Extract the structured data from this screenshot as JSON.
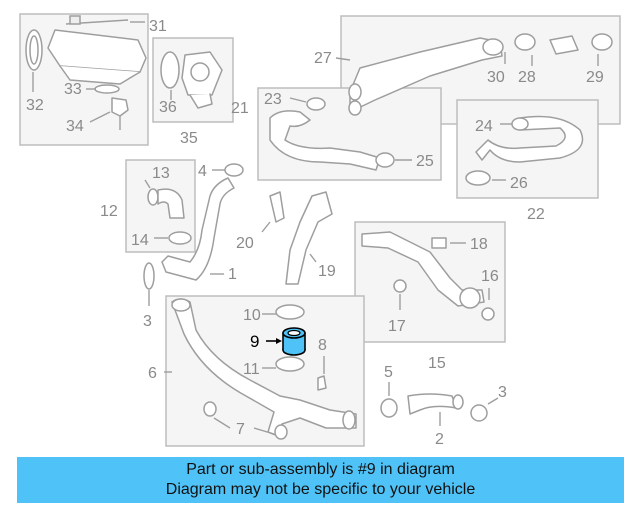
{
  "callouts": {
    "c1": "1",
    "c2": "2",
    "c3a": "3",
    "c3b": "3",
    "c4": "4",
    "c5": "5",
    "c6": "6",
    "c7": "7",
    "c8": "8",
    "c9": "9",
    "c10": "10",
    "c11": "11",
    "c12": "12",
    "c13": "13",
    "c14": "14",
    "c15": "15",
    "c16": "16",
    "c17": "17",
    "c18": "18",
    "c19": "19",
    "c20": "20",
    "c21": "21",
    "c22": "22",
    "c23": "23",
    "c24": "24",
    "c25": "25",
    "c26": "26",
    "c27": "27",
    "c28": "28",
    "c29": "29",
    "c30": "30",
    "c31": "31",
    "c32": "32",
    "c33": "33",
    "c34": "34",
    "c35": "35",
    "c36": "36"
  },
  "highlight": {
    "part_number": "9",
    "color": "#4fc3f7"
  },
  "banner": {
    "line1": "Part or sub-assembly is #9 in diagram",
    "line2": "Diagram may not be specific to your vehicle",
    "background": "#4fc3f7"
  }
}
